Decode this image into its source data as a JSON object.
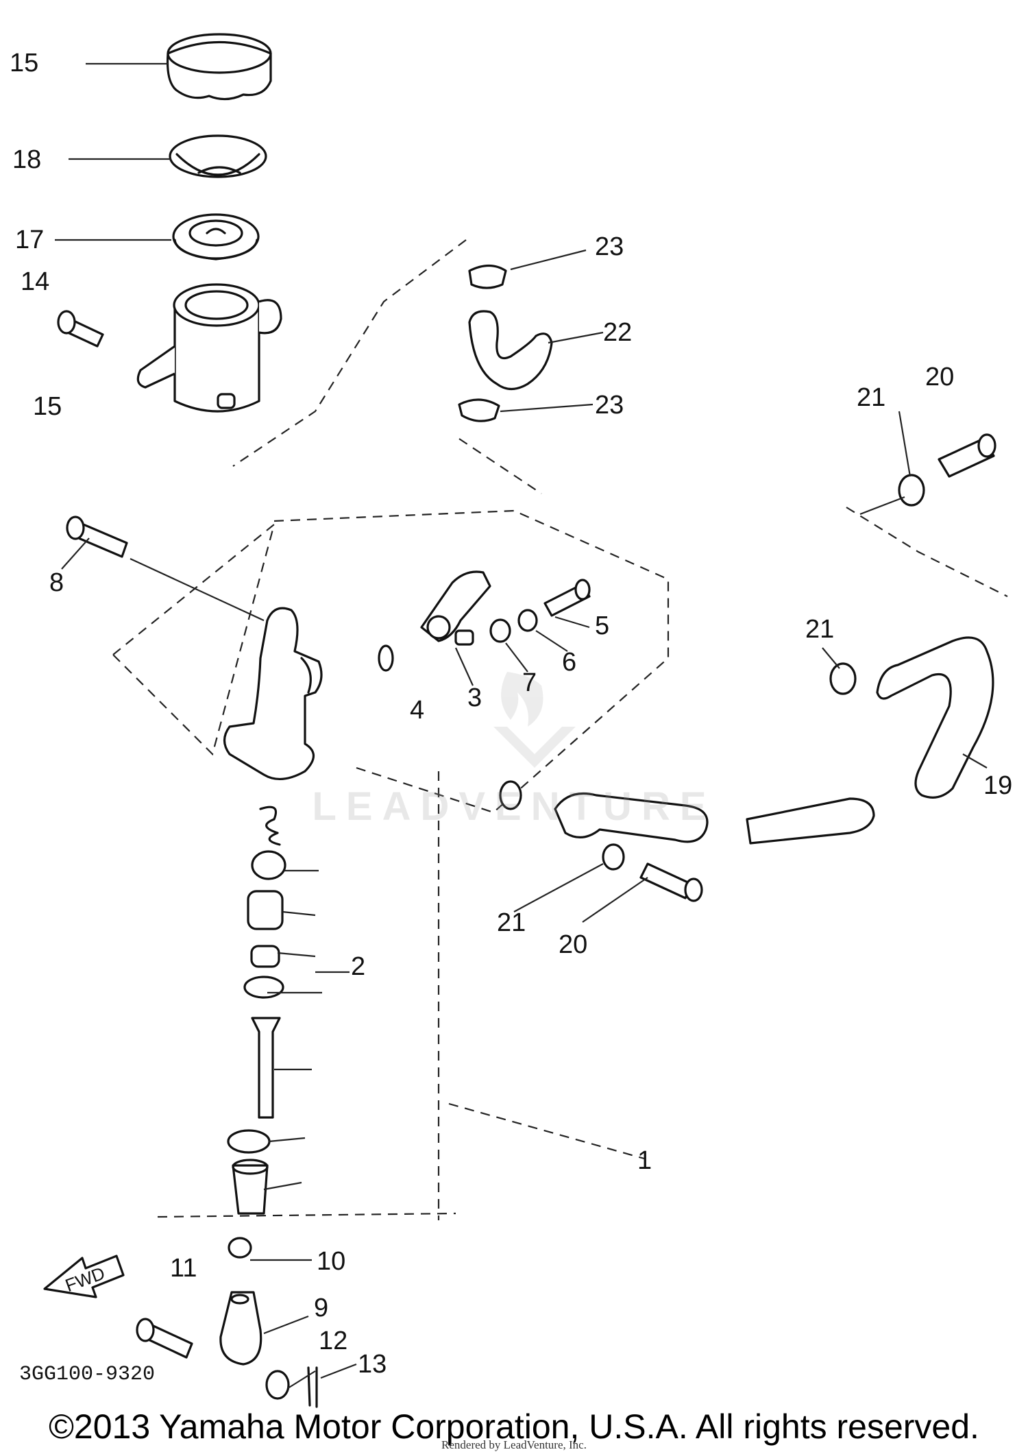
{
  "callouts": [
    "15",
    "18",
    "17",
    "14",
    "15",
    "23",
    "22",
    "23",
    "20",
    "21",
    "8",
    "5",
    "6",
    "7",
    "3",
    "4",
    "21",
    "19",
    "21",
    "20",
    "2",
    "1",
    "10",
    "11",
    "9",
    "12",
    "13"
  ],
  "diagram_code": "3GG100-9320",
  "direction_arrow": "FWD",
  "watermark": "LEADVENTURE",
  "copyright": "©2013 Yamaha Motor Corporation, U.S.A. All rights reserved.",
  "rendered_by": "Rendered by LeadVenture, Inc.",
  "icons": [
    "flame-logo-icon"
  ]
}
